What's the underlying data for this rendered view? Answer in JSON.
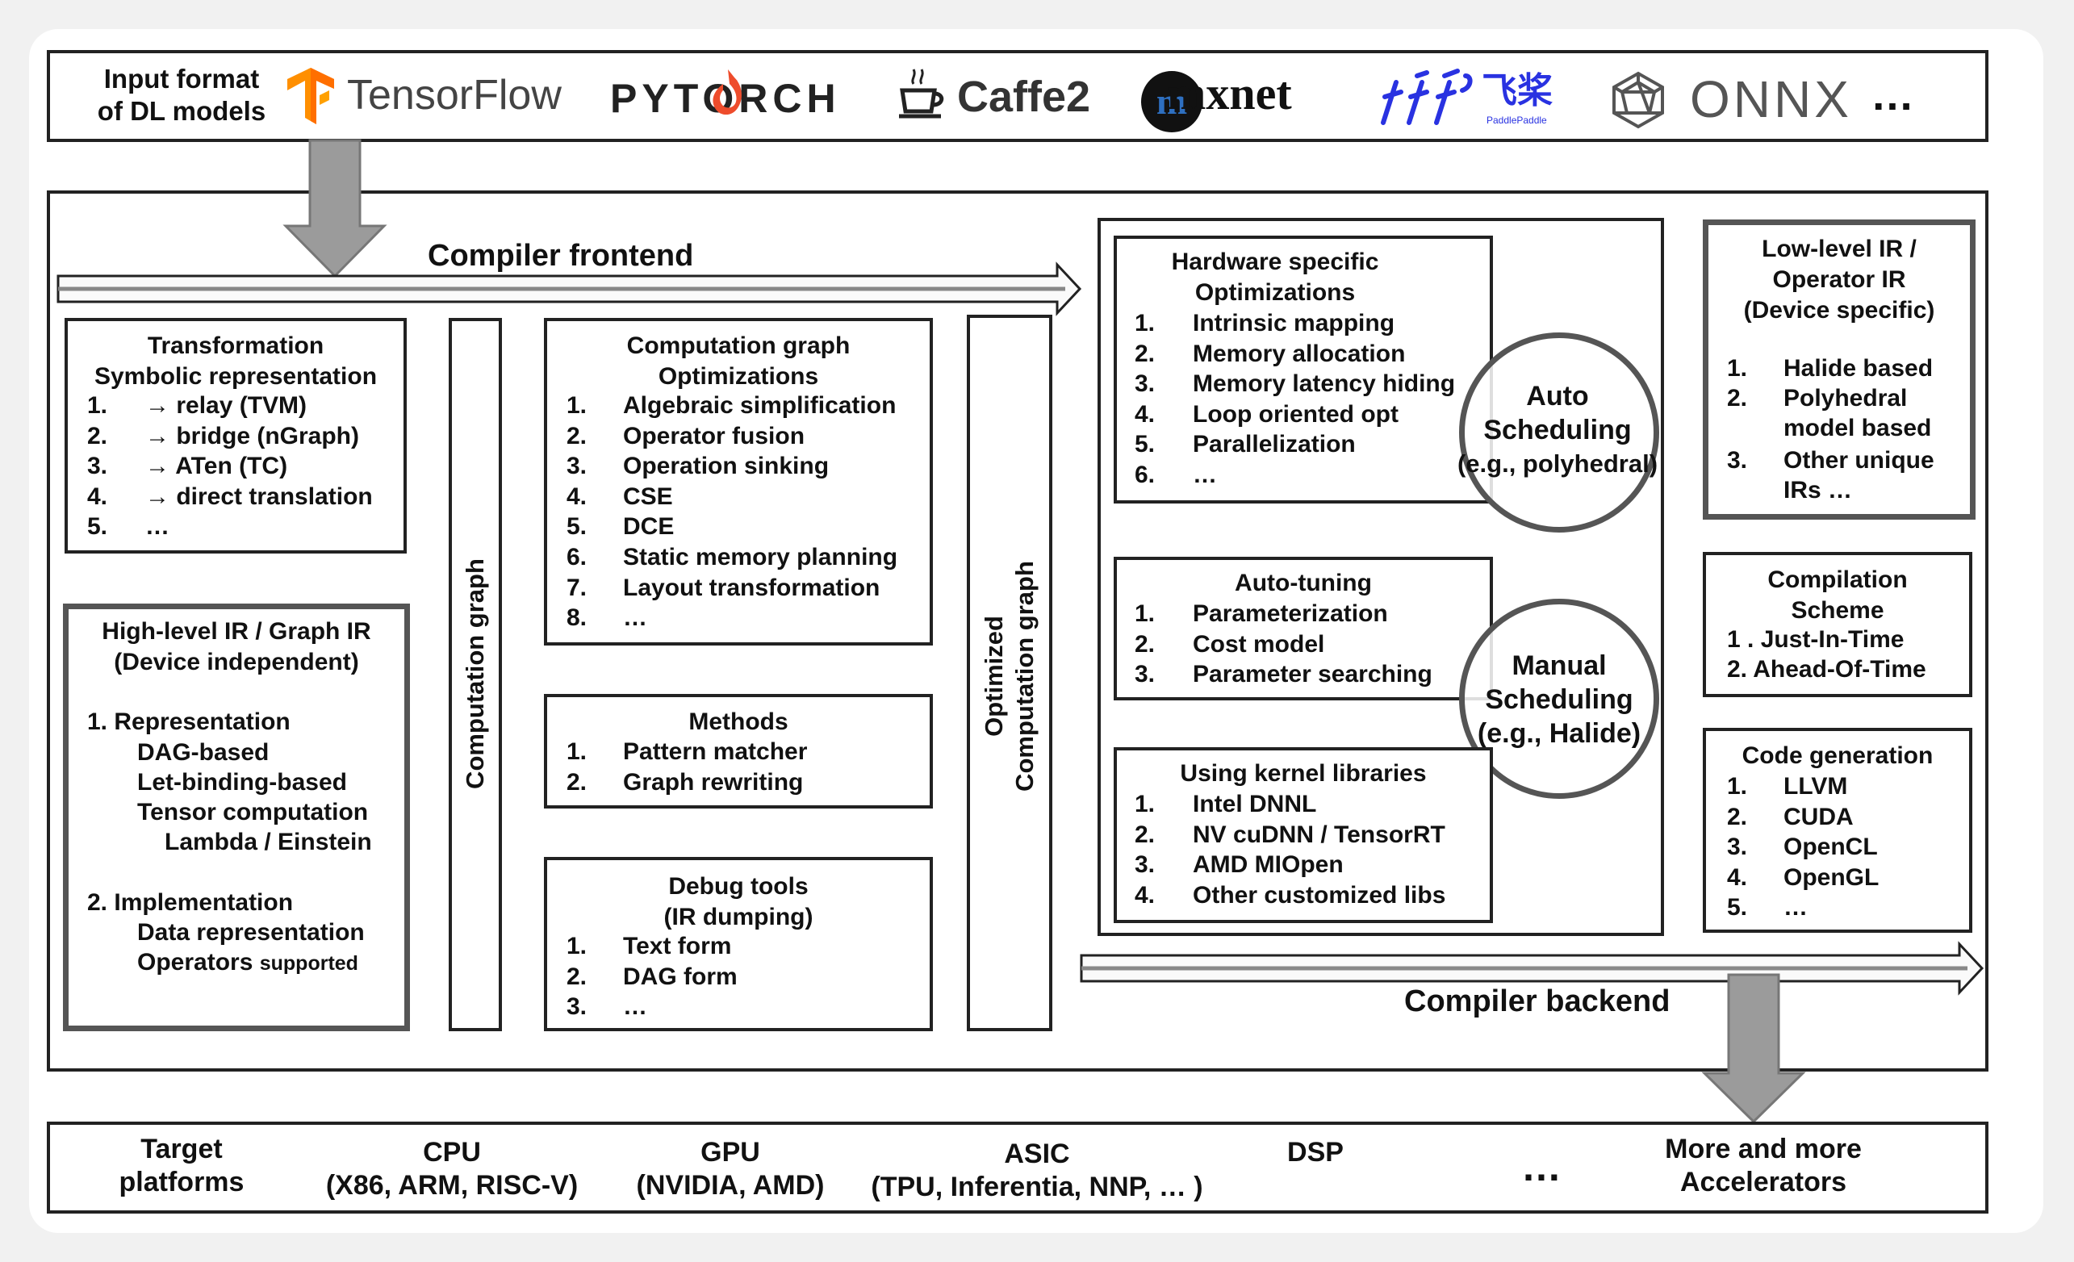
{
  "input": {
    "label_line1": "Input format",
    "label_line2": "of DL models",
    "frameworks": [
      {
        "name": "TensorFlow",
        "icon": "tensorflow-logo",
        "color": "#ff6f00"
      },
      {
        "name": "PYTORCH",
        "icon": "pytorch-logo",
        "color": "#ee4c2c"
      },
      {
        "name": "Caffe2",
        "icon": "caffe2-logo",
        "color": "#222222"
      },
      {
        "name": "mxnet",
        "icon": "mxnet-logo",
        "color": "#111111"
      },
      {
        "name": "飞桨",
        "sub": "PaddlePaddle",
        "icon": "paddlepaddle-logo",
        "color": "#2932e1"
      },
      {
        "name": "ONNX",
        "icon": "onnx-logo",
        "color": "#555555"
      }
    ],
    "more": "…"
  },
  "frontend": {
    "title": "Compiler frontend",
    "transformation": {
      "title1": "Transformation",
      "title2": "Symbolic representation",
      "items": [
        {
          "n": "1.",
          "t": "→ relay (TVM)"
        },
        {
          "n": "2.",
          "t": "→ bridge (nGraph)"
        },
        {
          "n": "3.",
          "t": "→ ATen (TC)"
        },
        {
          "n": "4.",
          "t": "→ direct translation"
        },
        {
          "n": "5.",
          "t": "…"
        }
      ]
    },
    "high_ir": {
      "title1": "High-level IR / Graph IR",
      "title2": "(Device independent)",
      "rep_title": "1.  Representation",
      "rep_items": [
        "DAG-based",
        "Let-binding-based",
        "Tensor computation"
      ],
      "rep_sub": "Lambda / Einstein",
      "impl_title": "2. Implementation",
      "impl_items": [
        "Data representation"
      ],
      "impl_last_main": "Operators",
      "impl_last_small": "supported"
    },
    "comp_graph_label": "Computation graph",
    "graph_opt": {
      "title1": "Computation graph",
      "title2": "Optimizations",
      "items": [
        {
          "n": "1.",
          "t": "Algebraic simplification"
        },
        {
          "n": "2.",
          "t": "Operator fusion"
        },
        {
          "n": "3.",
          "t": "Operation sinking"
        },
        {
          "n": "4.",
          "t": "CSE"
        },
        {
          "n": "5.",
          "t": "DCE"
        },
        {
          "n": "6.",
          "t": "Static memory planning"
        },
        {
          "n": "7.",
          "t": "Layout transformation"
        },
        {
          "n": "8.",
          "t": "…"
        }
      ]
    },
    "methods": {
      "title": "Methods",
      "items": [
        {
          "n": "1.",
          "t": "Pattern matcher"
        },
        {
          "n": "2.",
          "t": "Graph rewriting"
        }
      ]
    },
    "debug": {
      "title1": "Debug tools",
      "title2": "(IR dumping)",
      "items": [
        {
          "n": "1.",
          "t": "Text form"
        },
        {
          "n": "2.",
          "t": "DAG form"
        },
        {
          "n": "3.",
          "t": "…"
        }
      ]
    },
    "opt_graph_label1": "Optimized",
    "opt_graph_label2": "Computation graph"
  },
  "backend": {
    "title": "Compiler backend",
    "hw_opt": {
      "title1": "Hardware specific",
      "title2": "Optimizations",
      "items": [
        {
          "n": "1.",
          "t": "Intrinsic mapping"
        },
        {
          "n": "2.",
          "t": "Memory allocation"
        },
        {
          "n": "3.",
          "t": "Memory latency hiding"
        },
        {
          "n": "4.",
          "t": "Loop oriented opt"
        },
        {
          "n": "5.",
          "t": "Parallelization"
        },
        {
          "n": "6.",
          "t": "…"
        }
      ]
    },
    "auto_sched": {
      "line1": "Auto",
      "line2": "Scheduling",
      "line3": "(e.g., polyhedral)"
    },
    "auto_tuning": {
      "title": "Auto-tuning",
      "items": [
        {
          "n": "1.",
          "t": "Parameterization"
        },
        {
          "n": "2.",
          "t": "Cost model"
        },
        {
          "n": "3.",
          "t": "Parameter searching"
        }
      ]
    },
    "manual_sched": {
      "line1": "Manual",
      "line2": "Scheduling",
      "line3": "(e.g., Halide)"
    },
    "kernel_libs": {
      "title": "Using kernel libraries",
      "items": [
        {
          "n": "1.",
          "t": "Intel DNNL"
        },
        {
          "n": "2.",
          "t": "NV cuDNN  / TensorRT"
        },
        {
          "n": "3.",
          "t": "AMD MIOpen"
        },
        {
          "n": "4.",
          "t": "Other customized libs"
        }
      ]
    },
    "low_ir": {
      "title1": "Low-level IR /",
      "title2": "Operator IR",
      "title3": "(Device specific)",
      "items": [
        {
          "n": "1.",
          "t": [
            "Halide based"
          ]
        },
        {
          "n": "2.",
          "t": [
            "Polyhedral",
            "model based"
          ]
        },
        {
          "n": "3.",
          "t": [
            "Other unique",
            "IRs …"
          ]
        }
      ]
    },
    "compilation": {
      "title1": "Compilation",
      "title2": "Scheme",
      "items": [
        "1 . Just-In-Time",
        "2. Ahead-Of-Time"
      ]
    },
    "codegen": {
      "title": "Code generation",
      "items": [
        {
          "n": "1.",
          "t": "LLVM"
        },
        {
          "n": "2.",
          "t": "CUDA"
        },
        {
          "n": "3.",
          "t": "OpenCL"
        },
        {
          "n": "4.",
          "t": "OpenGL"
        },
        {
          "n": "5.",
          "t": "…"
        }
      ]
    }
  },
  "targets": {
    "label1": "Target",
    "label2": "platforms",
    "cpu1": "CPU",
    "cpu2": "(X86, ARM, RISC-V)",
    "gpu1": "GPU",
    "gpu2": "(NVIDIA, AMD)",
    "asic1": "ASIC",
    "asic2": "(TPU, Inferentia, NNP, … )",
    "dsp": "DSP",
    "ellipsis": "…",
    "more1": "More and more",
    "more2": "Accelerators"
  }
}
